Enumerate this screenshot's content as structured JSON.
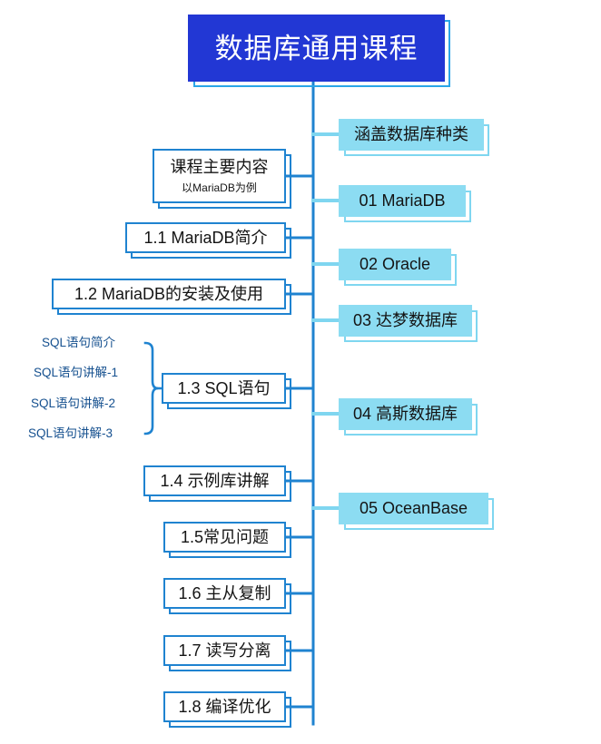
{
  "diagram": {
    "type": "mindmap",
    "title": "数据库通用课程",
    "root": {
      "label": "数据库通用课程",
      "fill": "#2237d4",
      "text_color": "#ffffff"
    },
    "trunk_color": "#1f83d0",
    "right_branch_color": "#7fd6f0",
    "left_branches": [
      {
        "label": "课程主要内容",
        "sublabel": "以MariaDB为例"
      },
      {
        "label": "1.1 MariaDB简介"
      },
      {
        "label": "1.2 MariaDB的安装及使用"
      },
      {
        "label": "1.3 SQL语句",
        "children": [
          "SQL语句简介",
          "SQL语句讲解-1",
          "SQL语句讲解-2",
          "SQL语句讲解-3"
        ]
      },
      {
        "label": "1.4 示例库讲解"
      },
      {
        "label": "1.5常见问题"
      },
      {
        "label": "1.6 主从复制"
      },
      {
        "label": "1.7 读写分离"
      },
      {
        "label": "1.8 编译优化"
      }
    ],
    "right_branches": [
      {
        "label": "涵盖数据库种类"
      },
      {
        "label": "01 MariaDB"
      },
      {
        "label": "02 Oracle"
      },
      {
        "label": "03 达梦数据库"
      },
      {
        "label": "04 高斯数据库"
      },
      {
        "label": "05 OceanBase"
      }
    ]
  }
}
